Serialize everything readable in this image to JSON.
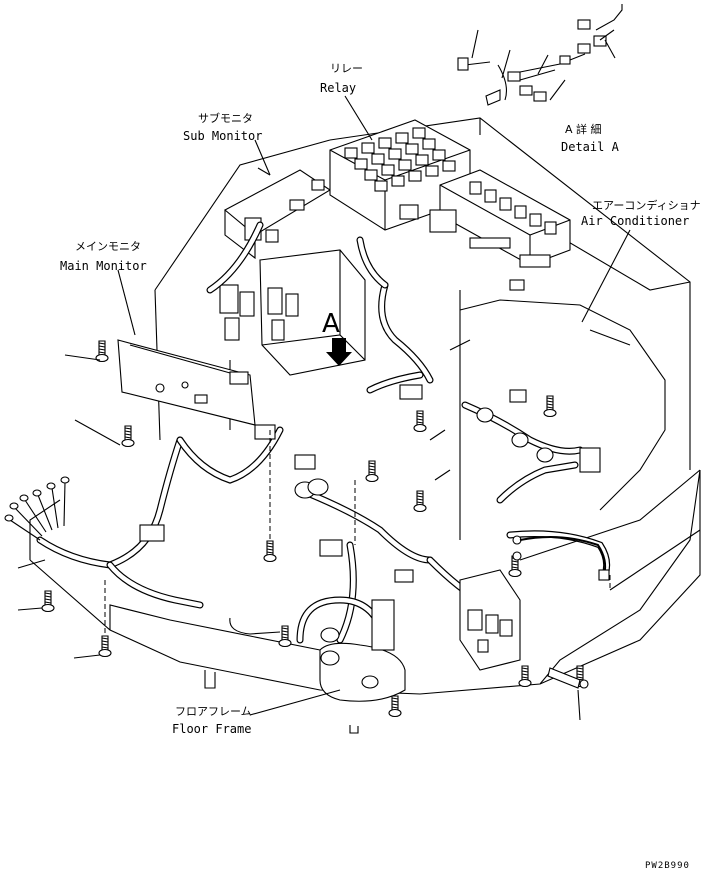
{
  "labels": {
    "relay_jp": "リレー",
    "relay_en": "Relay",
    "sub_monitor_jp": "サブモニタ",
    "sub_monitor_en": "Sub Monitor",
    "main_monitor_jp": "メインモニタ",
    "main_monitor_en": "Main Monitor",
    "detail_a_jp": "A 詳 細",
    "detail_a_en": "Detail A",
    "air_conditioner_jp": "エアーコンディショナ",
    "air_conditioner_en": "Air Conditioner",
    "floor_frame_jp": "フロアフレーム",
    "floor_frame_en": "Floor Frame",
    "view_marker": "A",
    "drawing_code": "PW2B990"
  }
}
